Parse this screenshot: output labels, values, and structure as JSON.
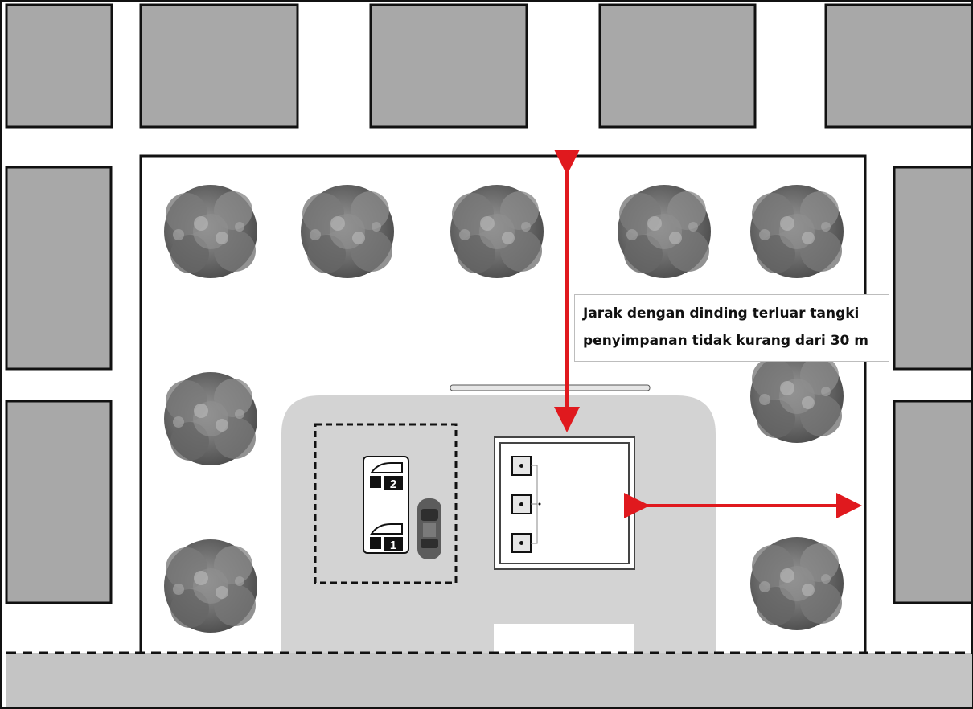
{
  "annotation": {
    "line1": "Jarak dengan dinding terluar tangki",
    "line2": "penyimpanan tidak kurang dari 30 m"
  },
  "pumps": [
    {
      "number": "2"
    },
    {
      "number": "1"
    }
  ],
  "colors": {
    "building": "#a8a8a8",
    "forecourt": "#d3d3d3",
    "road": "#c4c4c4",
    "outline": "#111111",
    "arrow": "#e0191e",
    "tree_dark": "#5a5a5a",
    "tree_light": "#9a9a9a"
  },
  "icons": [
    "tree-icon",
    "fuel-pump-icon",
    "car-icon",
    "tank-icon"
  ]
}
